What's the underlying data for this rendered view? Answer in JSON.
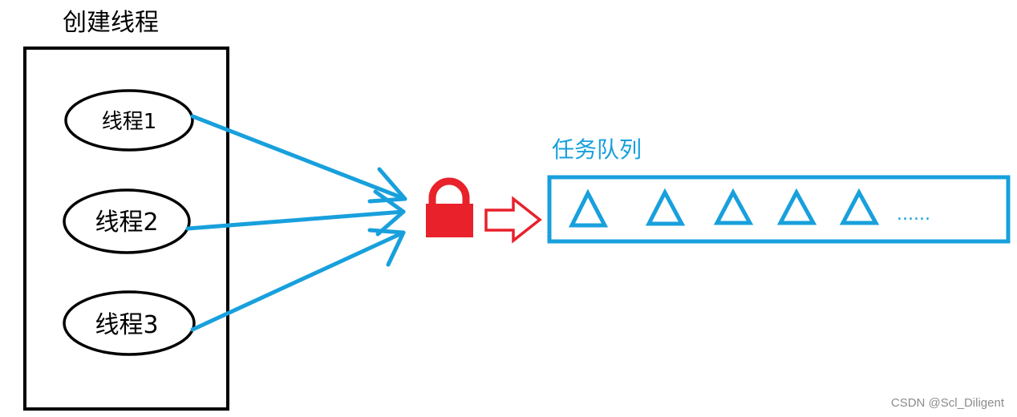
{
  "pool": {
    "title": "创建线程",
    "threads": [
      "线程1",
      "线程2",
      "线程3"
    ]
  },
  "queue": {
    "title": "任务队列",
    "ellipsis": "......",
    "task_count": 5
  },
  "watermark": "CSDN @Scl_Diligent",
  "colors": {
    "ink": "#000000",
    "arrow": "#18a0dc",
    "lock": "#e8212b",
    "queue": "#18a0dc",
    "watermark": "#8c8c8c"
  },
  "icons": {
    "lock": "lock-icon",
    "task": "triangle-icon",
    "handoff": "hollow-arrow-icon"
  }
}
